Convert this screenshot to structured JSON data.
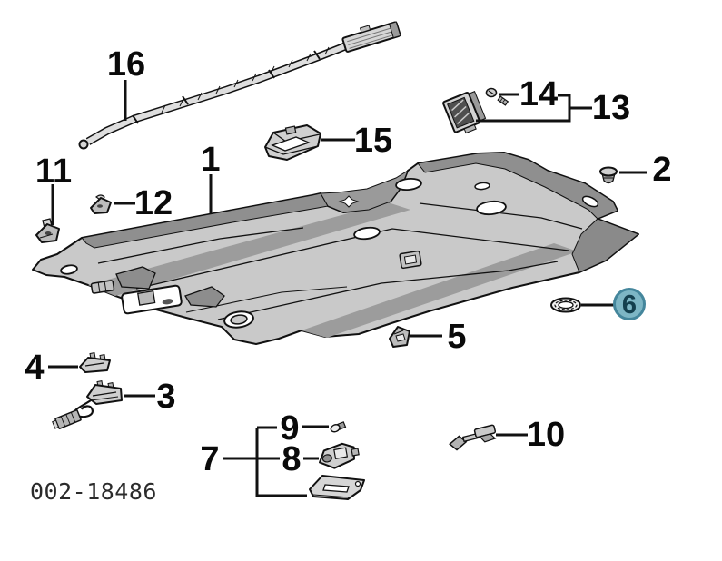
{
  "diagram": {
    "code": "002-18486",
    "labels": {
      "p1": "1",
      "p2": "2",
      "p3": "3",
      "p4": "4",
      "p5": "5",
      "p6": "6",
      "p7": "7",
      "p8": "8",
      "p9": "9",
      "p10": "10",
      "p11": "11",
      "p12": "12",
      "p13": "13",
      "p14": "14",
      "p15": "15",
      "p16": "16"
    },
    "highlight": {
      "part": "6",
      "fill": "#7db6c5",
      "ring": "#44869c",
      "text": "#14404f"
    },
    "colors": {
      "line": "#111111",
      "panel": "#c9c9c9",
      "panel_shade": "#9a9a9a",
      "panel_dark": "#8d8d8d"
    },
    "parts": [
      {
        "label": "1",
        "icon": "headliner-panel-icon"
      },
      {
        "label": "2",
        "icon": "grommet-icon"
      },
      {
        "label": "3",
        "icon": "lamp-with-harness-icon"
      },
      {
        "label": "4",
        "icon": "dome-lamp-icon"
      },
      {
        "label": "5",
        "icon": "retainer-clip-icon"
      },
      {
        "label": "6",
        "icon": "retainer-ring-icon"
      },
      {
        "label": "7",
        "icon": "lamp-lens-icon"
      },
      {
        "label": "8",
        "icon": "lamp-body-icon"
      },
      {
        "label": "9",
        "icon": "bulb-icon"
      },
      {
        "label": "10",
        "icon": "retainer-clip-icon"
      },
      {
        "label": "11",
        "icon": "retainer-clip-icon"
      },
      {
        "label": "12",
        "icon": "retainer-clip-icon"
      },
      {
        "label": "13",
        "icon": "lamp-housing-icon"
      },
      {
        "label": "14",
        "icon": "screw-icon"
      },
      {
        "label": "15",
        "icon": "overhead-console-icon"
      },
      {
        "label": "16",
        "icon": "curtain-airbag-icon"
      }
    ]
  }
}
